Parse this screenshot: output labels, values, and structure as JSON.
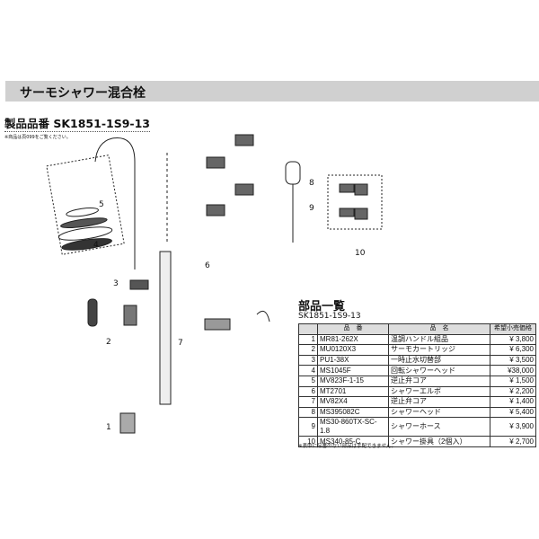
{
  "header": {
    "title": "サーモシャワー混合栓"
  },
  "product": {
    "label": "製品品番 SK1851-1S9-13",
    "note": "※商品は頁099をご覧ください。"
  },
  "diagram": {
    "callouts": [
      "1",
      "2",
      "3",
      "4",
      "5",
      "6",
      "7",
      "8",
      "9",
      "10"
    ]
  },
  "parts": {
    "title": "部品一覧",
    "code": "SK1851-1S9-13",
    "columns": [
      "",
      "品　番",
      "品　名",
      "希望小売価格"
    ],
    "rows": [
      {
        "no": "1",
        "code": "MR81-262X",
        "name": "温調ハンドル組品",
        "price": "¥  3,800"
      },
      {
        "no": "2",
        "code": "MU0120X3",
        "name": "サーモカートリッジ",
        "price": "¥  6,300"
      },
      {
        "no": "3",
        "code": "PU1-38X",
        "name": "一時止水切替部",
        "price": "¥  3,500"
      },
      {
        "no": "4",
        "code": "MS1045F",
        "name": "回転シャワーヘッド",
        "price": "¥38,000"
      },
      {
        "no": "5",
        "code": "MV823F-1-15",
        "name": "逆止弁コア",
        "price": "¥  1,500"
      },
      {
        "no": "6",
        "code": "MT2701",
        "name": "シャワーエルボ",
        "price": "¥  2,200"
      },
      {
        "no": "7",
        "code": "MV82X4",
        "name": "逆止弁コア",
        "price": "¥  1,400"
      },
      {
        "no": "8",
        "code": "MS395082C",
        "name": "シャワーヘッド",
        "price": "¥  5,400"
      },
      {
        "no": "9",
        "code": "MS30-860TX-SC-1.8",
        "name": "シャワーホース",
        "price": "¥  3,900"
      },
      {
        "no": "10",
        "code": "MS340-85-C",
        "name": "シャワー掛具（2個入）",
        "price": "¥  2,700"
      }
    ],
    "footnote": "※表中に品番のない部品は手配できません。"
  }
}
